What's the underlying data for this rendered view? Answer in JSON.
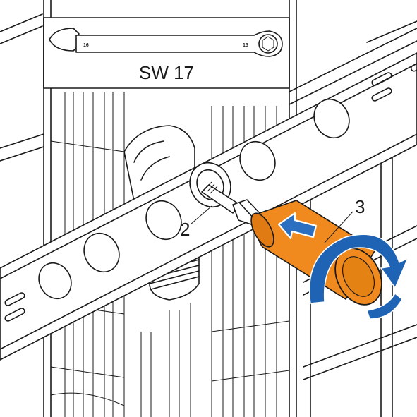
{
  "tool_panel": {
    "wrench_size_left": "16",
    "wrench_size_right": "15",
    "size_label": "SW 17"
  },
  "callouts": {
    "part_2": "2",
    "part_3": "3"
  },
  "colors": {
    "sleeve_orange": "#f08a1e",
    "arrow_white": "#ffffff",
    "arrow_blue": "#2a6fc0",
    "rotation_blue": "#1f63b4",
    "outline": "#1a1a1a"
  },
  "icons": [
    "open-end-wrench-icon",
    "push-arrow-icon",
    "rotate-arrow-icon"
  ]
}
